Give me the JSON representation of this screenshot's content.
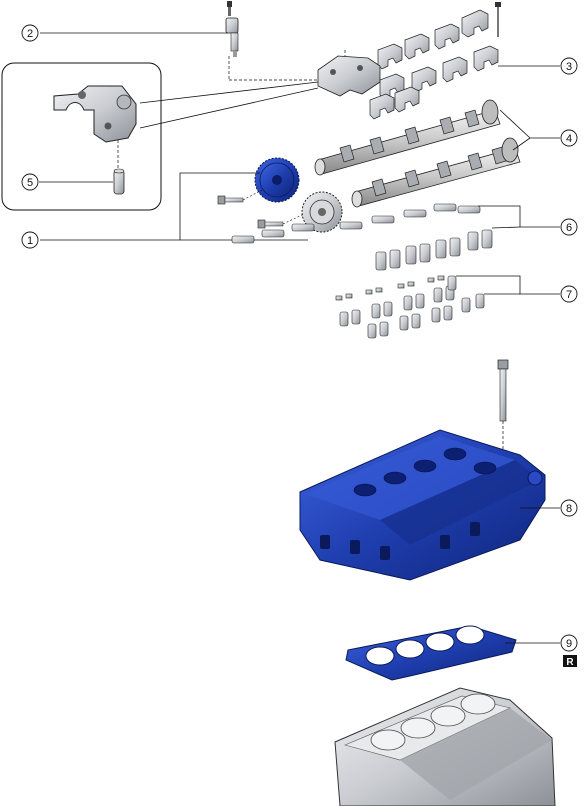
{
  "callouts": [
    {
      "label": "1"
    },
    {
      "label": "2"
    },
    {
      "label": "3"
    },
    {
      "label": "4"
    },
    {
      "label": "5"
    },
    {
      "label": "6"
    },
    {
      "label": "7"
    },
    {
      "label": "8"
    },
    {
      "label": "9"
    }
  ],
  "replace_badge": {
    "label": "R"
  },
  "colors": {
    "highlight_blue": "#1f3fb0",
    "line": "#111111",
    "metal": "#c9ccd1",
    "metal_dark": "#8d9197",
    "background": "#ffffff"
  },
  "icons": {
    "replace_mark": "R-badge-icon"
  }
}
